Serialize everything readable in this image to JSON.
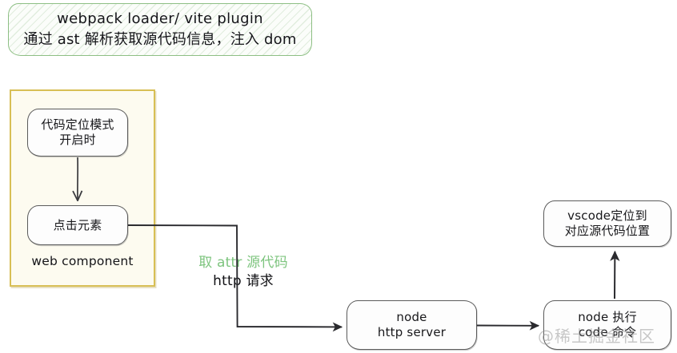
{
  "diagram": {
    "banner": {
      "line1": "webpack loader/ vite plugin",
      "line2": "通过 ast 解析获取源代码信息，注入 dom",
      "fill_color": "#fbfdfa",
      "border_color": "#8dbf84"
    },
    "group": {
      "caption": "web component",
      "border_color": "#d8bf55",
      "fill_color": "#fdfbf0"
    },
    "nodes": [
      {
        "id": "mode",
        "line1": "代码定位模式",
        "line2": "开启时"
      },
      {
        "id": "click",
        "line1": "点击元素",
        "line2": ""
      },
      {
        "id": "httpserver",
        "line1": "node",
        "line2": "http server"
      },
      {
        "id": "nodeexec",
        "line1": "node 执行",
        "line2": "code 命令"
      },
      {
        "id": "vscode",
        "line1": "vscode定位到",
        "line2": "对应源代码位置"
      }
    ],
    "edge_label": {
      "attr_text": "取 attr 源代码",
      "attr_color": "#7dc47e",
      "http_text": "http 请求",
      "http_color": "#111115"
    },
    "watermark": "@稀土掘金社区"
  }
}
